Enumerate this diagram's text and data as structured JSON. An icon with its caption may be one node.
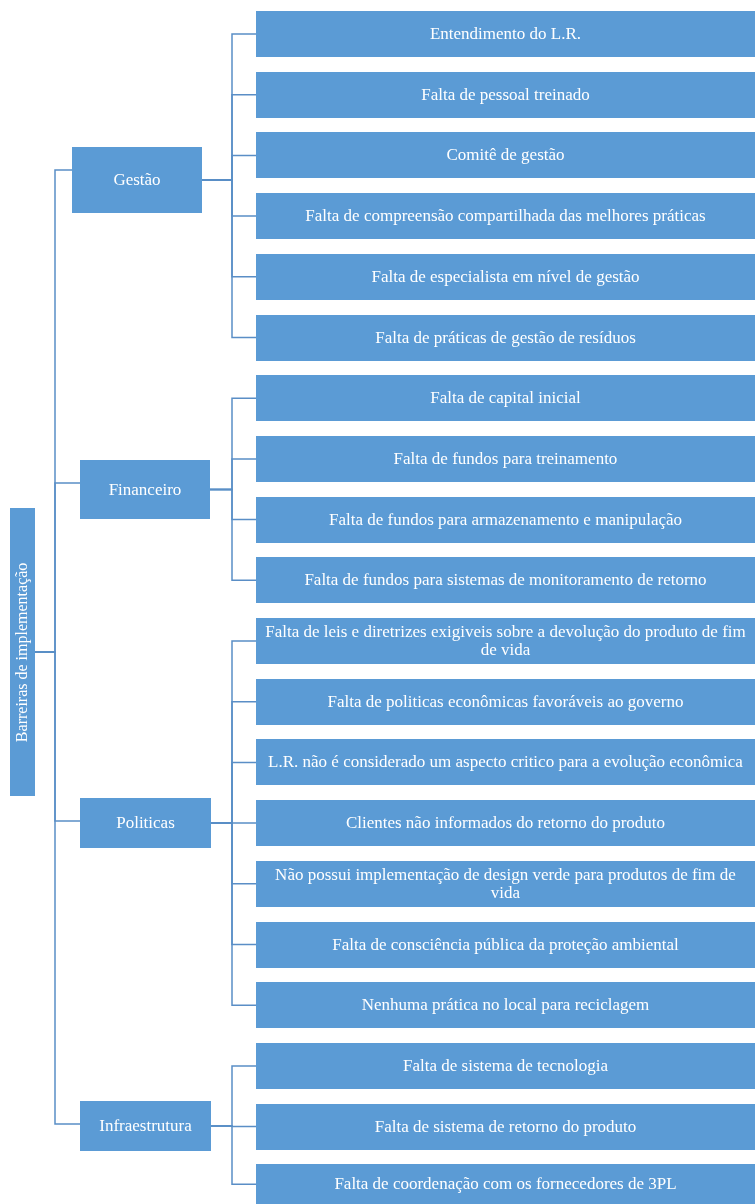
{
  "diagram": {
    "nodes": [
      {
        "text": [
          "Barreiras de implementação"
        ]
      },
      {
        "text": [
          "Gestão"
        ]
      },
      {
        "text": [
          "Entendimento do L.R."
        ]
      },
      {
        "text": [
          "Falta de pessoal treinado"
        ]
      },
      {
        "text": [
          "Comitê de gestão"
        ]
      },
      {
        "text": [
          "Falta de compreensão compartilhada das melhores práticas"
        ]
      },
      {
        "text": [
          "Falta de especialista em nível de gestão"
        ]
      },
      {
        "text": [
          "Falta de práticas de gestão de resíduos"
        ]
      },
      {
        "text": [
          "Financeiro"
        ]
      },
      {
        "text": [
          "Falta de capital inicial"
        ]
      },
      {
        "text": [
          "Falta de fundos para treinamento"
        ]
      },
      {
        "text": [
          "Falta de fundos para armazenamento e manipulação"
        ]
      },
      {
        "text": [
          "Falta de fundos para sistemas de monitoramento de retorno"
        ]
      },
      {
        "text": [
          "Politicas"
        ]
      },
      {
        "text": [
          "Falta de leis e diretrizes exigiveis sobre a devolução do produto de fim de vida"
        ]
      },
      {
        "text": [
          "Falta de politicas econômicas favoráveis ao governo"
        ]
      },
      {
        "text": [
          "L.R. não é considerado um aspecto critico para a evolução econômica"
        ]
      },
      {
        "text": [
          "Clientes não informados do retorno do produto"
        ]
      },
      {
        "text": [
          "Não possui implementação de design verde para produtos de fim de vida"
        ]
      },
      {
        "text": [
          "Falta de consciência pública da proteção ambiental"
        ]
      },
      {
        "text": [
          "Nenhuma prática no local para reciclagem"
        ]
      },
      {
        "text": [
          "Infraestrutura"
        ]
      },
      {
        "text": [
          "Falta de sistema de tecnologia"
        ]
      },
      {
        "text": [
          "Falta de sistema de retorno do produto"
        ]
      },
      {
        "text": [
          "Falta de coordenação com os fornecedores de 3PL"
        ]
      }
    ],
    "edges": [
      {
        "from": 0,
        "to": 1,
        "arrow": "none"
      },
      {
        "from": 0,
        "to": 8,
        "arrow": "none"
      },
      {
        "from": 0,
        "to": 13,
        "arrow": "none"
      },
      {
        "from": 0,
        "to": 21,
        "arrow": "none"
      },
      {
        "from": 1,
        "to": 2,
        "arrow": "none"
      },
      {
        "from": 1,
        "to": 3,
        "arrow": "none"
      },
      {
        "from": 1,
        "to": 4,
        "arrow": "none"
      },
      {
        "from": 1,
        "to": 5,
        "arrow": "none"
      },
      {
        "from": 1,
        "to": 6,
        "arrow": "none"
      },
      {
        "from": 1,
        "to": 7,
        "arrow": "none"
      },
      {
        "from": 8,
        "to": 9,
        "arrow": "none"
      },
      {
        "from": 8,
        "to": 10,
        "arrow": "none"
      },
      {
        "from": 8,
        "to": 11,
        "arrow": "none"
      },
      {
        "from": 8,
        "to": 12,
        "arrow": "none"
      },
      {
        "from": 13,
        "to": 14,
        "arrow": "none"
      },
      {
        "from": 13,
        "to": 15,
        "arrow": "none"
      },
      {
        "from": 13,
        "to": 16,
        "arrow": "none"
      },
      {
        "from": 13,
        "to": 17,
        "arrow": "none"
      },
      {
        "from": 13,
        "to": 18,
        "arrow": "none"
      },
      {
        "from": 13,
        "to": 19,
        "arrow": "none"
      },
      {
        "from": 13,
        "to": 20,
        "arrow": "none"
      },
      {
        "from": 21,
        "to": 22,
        "arrow": "none"
      },
      {
        "from": 21,
        "to": 23,
        "arrow": "none"
      },
      {
        "from": 21,
        "to": 24,
        "arrow": "none"
      }
    ]
  }
}
